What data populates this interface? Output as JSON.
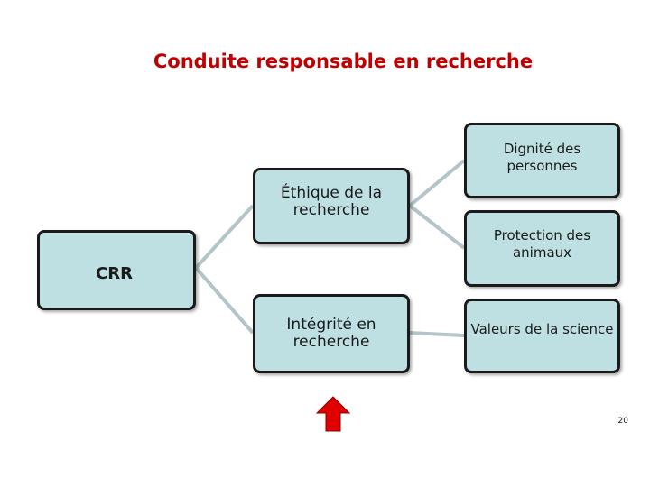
{
  "title": "Conduite responsable en recherche",
  "nodes": {
    "crr": "CRR",
    "ethique": "Éthique de la recherche",
    "integrite": "Intégrité en recherche",
    "dignite": "Dignité des personnes",
    "protection": "Protection des animaux",
    "valeurs": "Valeurs de la science"
  },
  "page_number": "20",
  "colors": {
    "title": "#c00000",
    "node_fill": "#bfe0e3",
    "node_border": "#1a1a1a",
    "connector": "#b3c5c8",
    "arrow": "#e00000"
  },
  "icons": {
    "pointer": "up-arrow-icon"
  }
}
